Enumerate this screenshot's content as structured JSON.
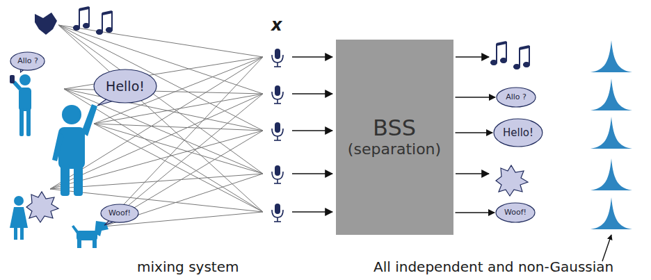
{
  "diagram": {
    "nodes": [
      {
        "text": [
          "Allo ?"
        ]
      },
      {
        "text": [
          "Hello!"
        ]
      },
      {
        "text": [
          "Woof!"
        ]
      },
      {
        "text": [
          "BSS",
          "(separation)"
        ]
      },
      {
        "text": [
          "Allo ?"
        ]
      },
      {
        "text": [
          "Hello!"
        ]
      },
      {
        "text": [
          "Woof!"
        ]
      }
    ],
    "edges": [
      {
        "from": 3,
        "to": 4,
        "arrow": "to"
      },
      {
        "from": 3,
        "to": 5,
        "arrow": "to"
      },
      {
        "from": 3,
        "to": 6,
        "arrow": "to"
      }
    ],
    "labels": [
      "x",
      "mixing system",
      "All independent and non-Gaussian"
    ]
  }
}
